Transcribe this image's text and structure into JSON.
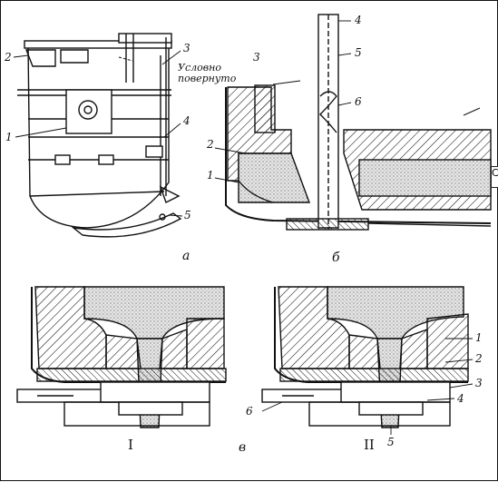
{
  "figure": {
    "panel_a": {
      "caption": "а",
      "note": "Условно повернуто",
      "callouts": [
        "1",
        "2",
        "3",
        "4",
        "5"
      ]
    },
    "panel_b": {
      "caption": "б",
      "callouts": [
        "1",
        "2",
        "3",
        "4",
        "5",
        "6"
      ]
    },
    "panel_v": {
      "caption": "в",
      "variant_left": "I",
      "variant_right": "II",
      "callouts": [
        "1",
        "2",
        "3",
        "4",
        "5",
        "6"
      ]
    },
    "edge_fragment": "C"
  },
  "colors": {
    "ink": "#111111",
    "stipple": "#cfcfcf",
    "background": "#ffffff"
  }
}
